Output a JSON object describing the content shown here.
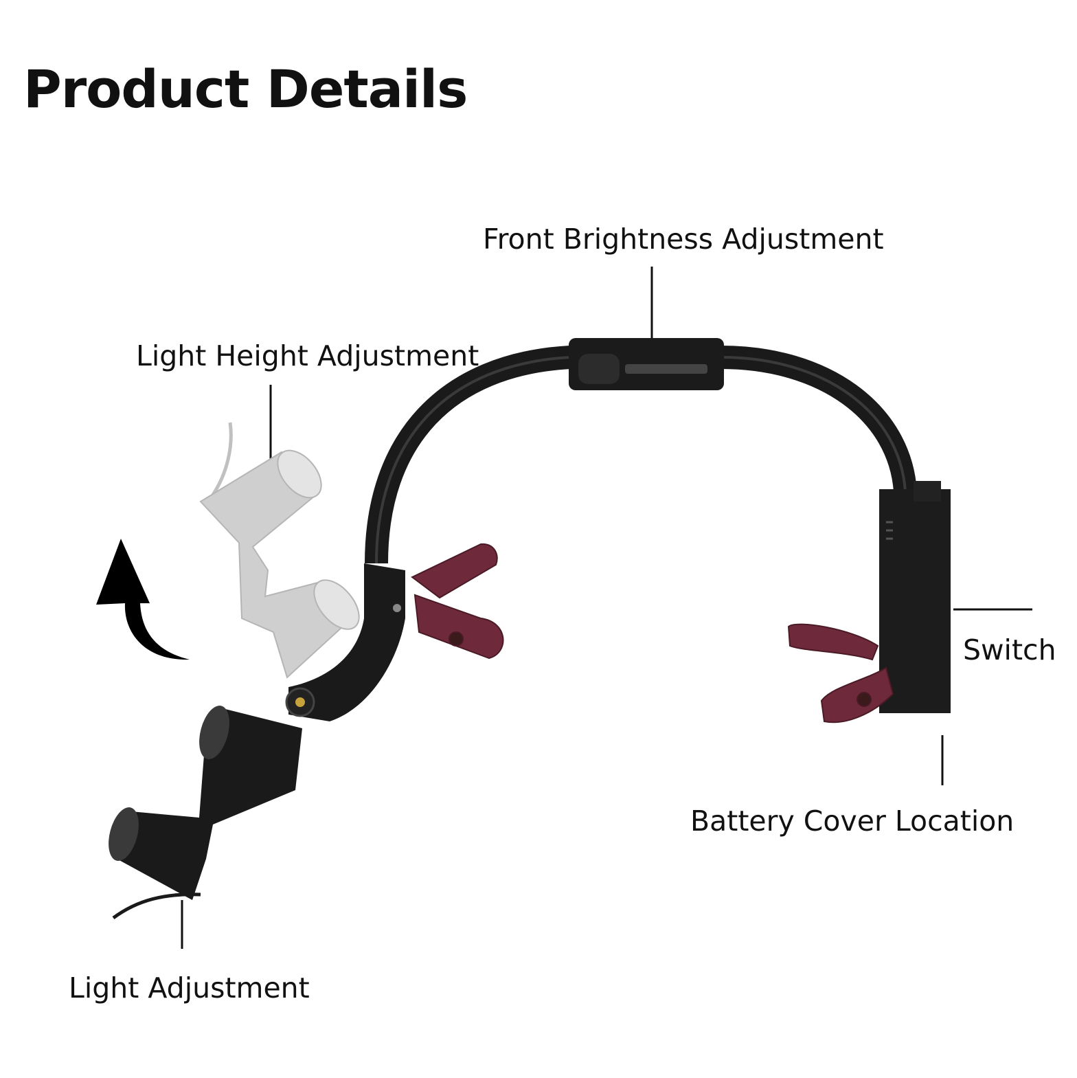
{
  "title": "Product Details",
  "callouts": {
    "front_brightness": "Front Brightness Adjustment",
    "light_height": "Light Height Adjustment",
    "switch": "Switch",
    "battery_cover": "Battery Cover Location",
    "light_adjustment": "Light Adjustment"
  },
  "colors": {
    "headband": "#1a1a1a",
    "padding": "#6e2a3a",
    "ghost_lamp": "#c9c9c9",
    "leader_line": "#111111"
  }
}
